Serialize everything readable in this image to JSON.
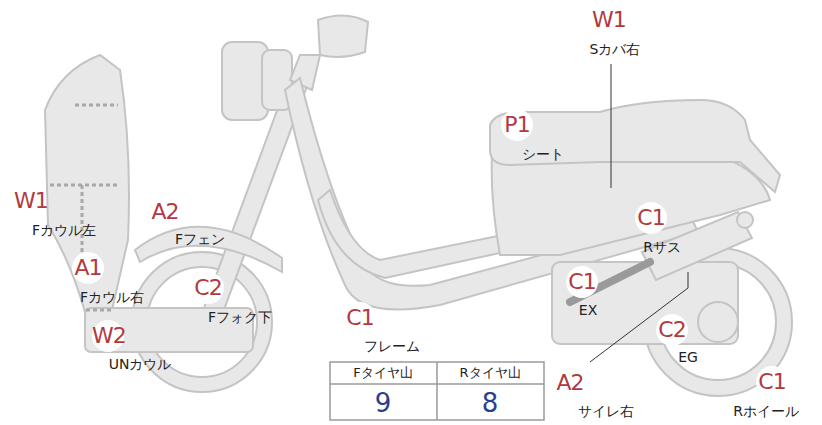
{
  "diagram": {
    "labels": [
      "W1",
      "Sカバ右",
      "P1",
      "シート",
      "W1",
      "Fカウル左",
      "A2",
      "Fフェン",
      "C1",
      "Rサス",
      "A1",
      "Fカウル右",
      "C2",
      "Fフォク下",
      "C1",
      "EX",
      "W2",
      "UNカウル",
      "C1",
      "フレーム",
      "C2",
      "EG",
      "Fタイヤ山",
      "Rタイヤ山",
      "9",
      "8",
      "A2",
      "サイレ右",
      "C1",
      "Rホイール"
    ]
  }
}
